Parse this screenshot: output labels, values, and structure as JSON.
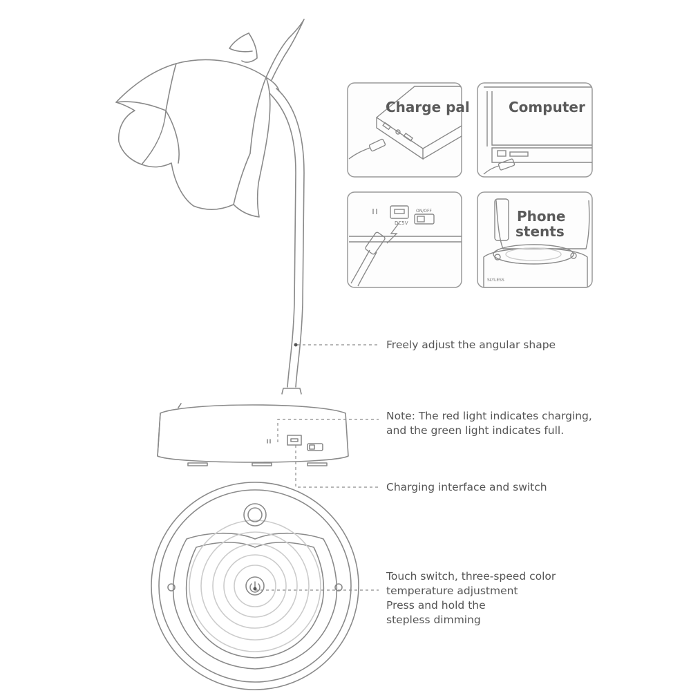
{
  "panels": {
    "charge_pal": "Charge pal",
    "computer": "Computer",
    "phone_line1": "Phone",
    "phone_line2": "stents",
    "port_label": "DC5V",
    "switch_label": "ON/OFF",
    "brand_label": "SLYLESS"
  },
  "annotations": {
    "angular": "Freely adjust the angular shape",
    "note_line1": "Note: The red light indicates charging,",
    "note_line2": "and the green light indicates full.",
    "charging": "Charging interface and switch",
    "touch_line1": "Touch switch, three-speed color",
    "touch_line2": "temperature adjustment",
    "touch_line3": "Press and hold the",
    "touch_line4": "stepless dimming"
  },
  "colors": {
    "line": "#8a8a8a",
    "text": "#555555",
    "panel_border": "#9a9a9a"
  }
}
